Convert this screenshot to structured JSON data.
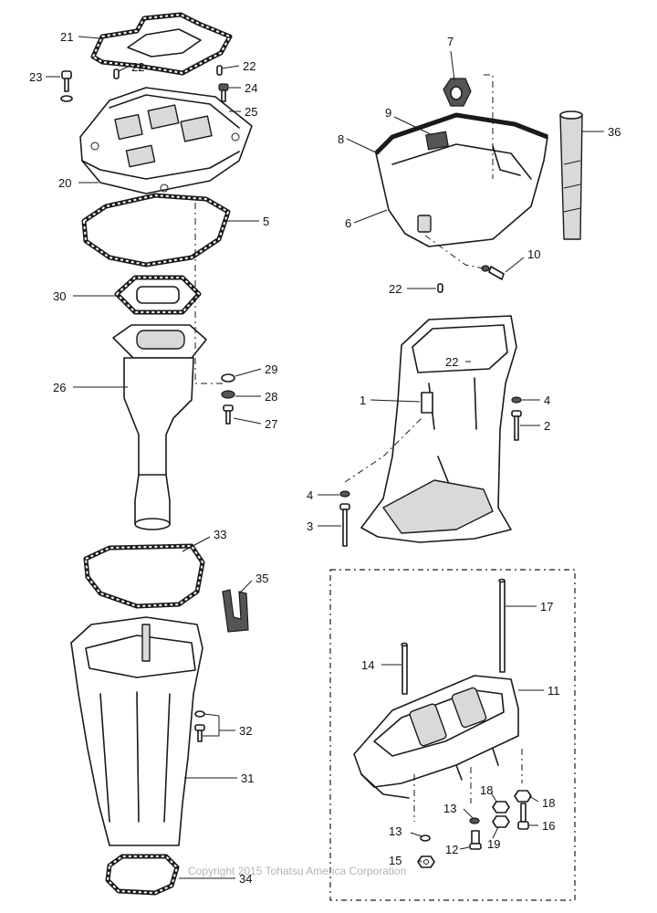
{
  "callouts": {
    "c1": "1",
    "c2": "2",
    "c3": "3",
    "c4a": "4",
    "c4b": "4",
    "c5": "5",
    "c6": "6",
    "c7": "7",
    "c8": "8",
    "c9": "9",
    "c10": "10",
    "c11": "11",
    "c12": "12",
    "c13a": "13",
    "c13b": "13",
    "c14": "14",
    "c15": "15",
    "c16": "16",
    "c17": "17",
    "c18a": "18",
    "c18b": "18",
    "c19": "19",
    "c20": "20",
    "c21": "21",
    "c22a": "22",
    "c22b": "22",
    "c22c": "22",
    "c22d": "22",
    "c23": "23",
    "c24": "24",
    "c25": "25",
    "c26": "26",
    "c27": "27",
    "c28": "28",
    "c29": "29",
    "c30": "30",
    "c31": "31",
    "c32": "32",
    "c33": "33",
    "c34": "34",
    "c35": "35",
    "c36": "36"
  },
  "copyright": "Copyright 2015 Tohatsu America Corporation"
}
